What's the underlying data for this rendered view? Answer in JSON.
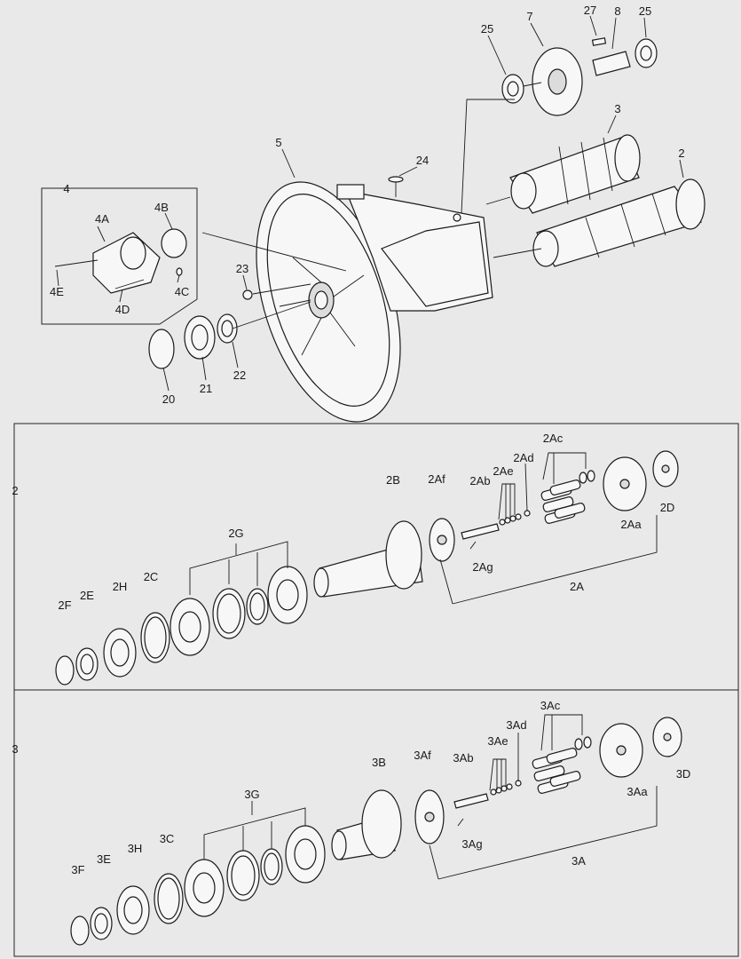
{
  "labels": {
    "top": [
      "7",
      "27",
      "8",
      "25",
      "25",
      "3",
      "2",
      "5",
      "24",
      "4",
      "4A",
      "4B",
      "4C",
      "4D",
      "4E",
      "23",
      "20",
      "21",
      "22"
    ],
    "panel2": [
      "2",
      "2Ac",
      "2Ad",
      "2Ae",
      "2Ab",
      "2Af",
      "2B",
      "2G",
      "2C",
      "2H",
      "2E",
      "2F",
      "2Aa",
      "2D",
      "2Ag",
      "2A"
    ],
    "panel3": [
      "3",
      "3Ac",
      "3Ad",
      "3Ae",
      "3Ab",
      "3Af",
      "3B",
      "3G",
      "3C",
      "3H",
      "3E",
      "3F",
      "3Aa",
      "3D",
      "3Ag",
      "3A"
    ]
  },
  "colors": {
    "background": "#e9e9e9",
    "ink": "#1a1a1a",
    "part_fill": "#f7f7f7",
    "shade": "#dcdcdc"
  }
}
